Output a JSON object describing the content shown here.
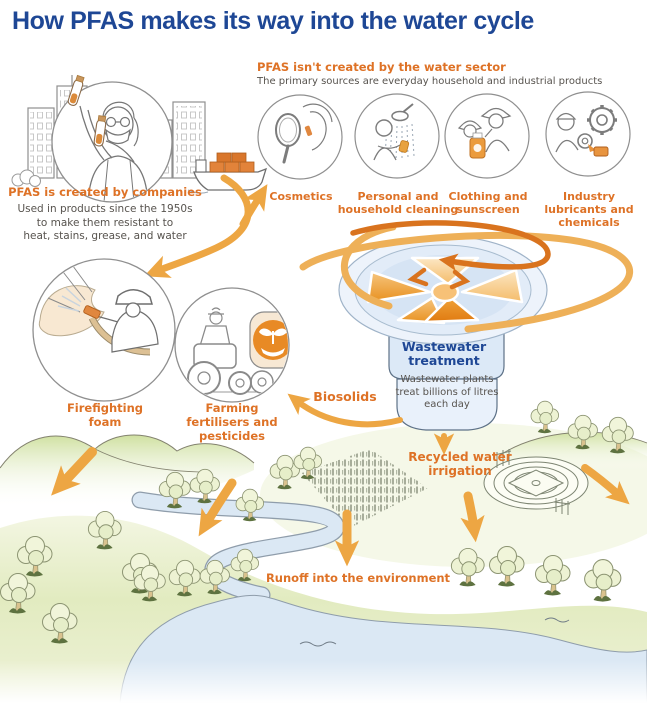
{
  "title": "How PFAS makes its way into the water cycle",
  "created_by_companies": {
    "heading": "PFAS is created by companies",
    "body": "Used in products since the 1950s\nto make them resistant to\nheat, stains, grease, and water"
  },
  "not_water_sector": {
    "heading": "PFAS isn't created by the water sector",
    "subheading": "The primary sources are everyday household and industrial products"
  },
  "household_sources": [
    {
      "label": "Cosmetics",
      "icon": "mirror-icon"
    },
    {
      "label": "Personal and\nhousehold cleaning",
      "icon": "shower-icon"
    },
    {
      "label": "Clothing and\nsunscreen",
      "icon": "sunscreen-icon"
    },
    {
      "label": "Industry\nlubricants and\nchemicals",
      "icon": "gear-icon"
    }
  ],
  "other_sources": [
    {
      "label": "Firefighting\nfoam",
      "icon": "firefighter-icon"
    },
    {
      "label": "Farming\nfertilisers and\npesticides",
      "icon": "tractor-icon"
    }
  ],
  "wastewater": {
    "heading": "Wastewater\ntreatment",
    "body": "Wastewater plants\ntreat billions of litres\neach day"
  },
  "flow_labels": {
    "biosolids": "Biosolids",
    "recycled_water": "Recycled water\nirrigation",
    "runoff": "Runoff into the environment"
  },
  "colors": {
    "title_blue": "#1E4795",
    "orange_label": "#DE7226",
    "arrow_orange": "#EDA643",
    "swirl_dark_orange": "#D9731E",
    "body_text": "#57534E",
    "water_blue": "#DBE8F4",
    "basin_blue": "#E2ECF8",
    "land_green": "#DCE8B2"
  }
}
